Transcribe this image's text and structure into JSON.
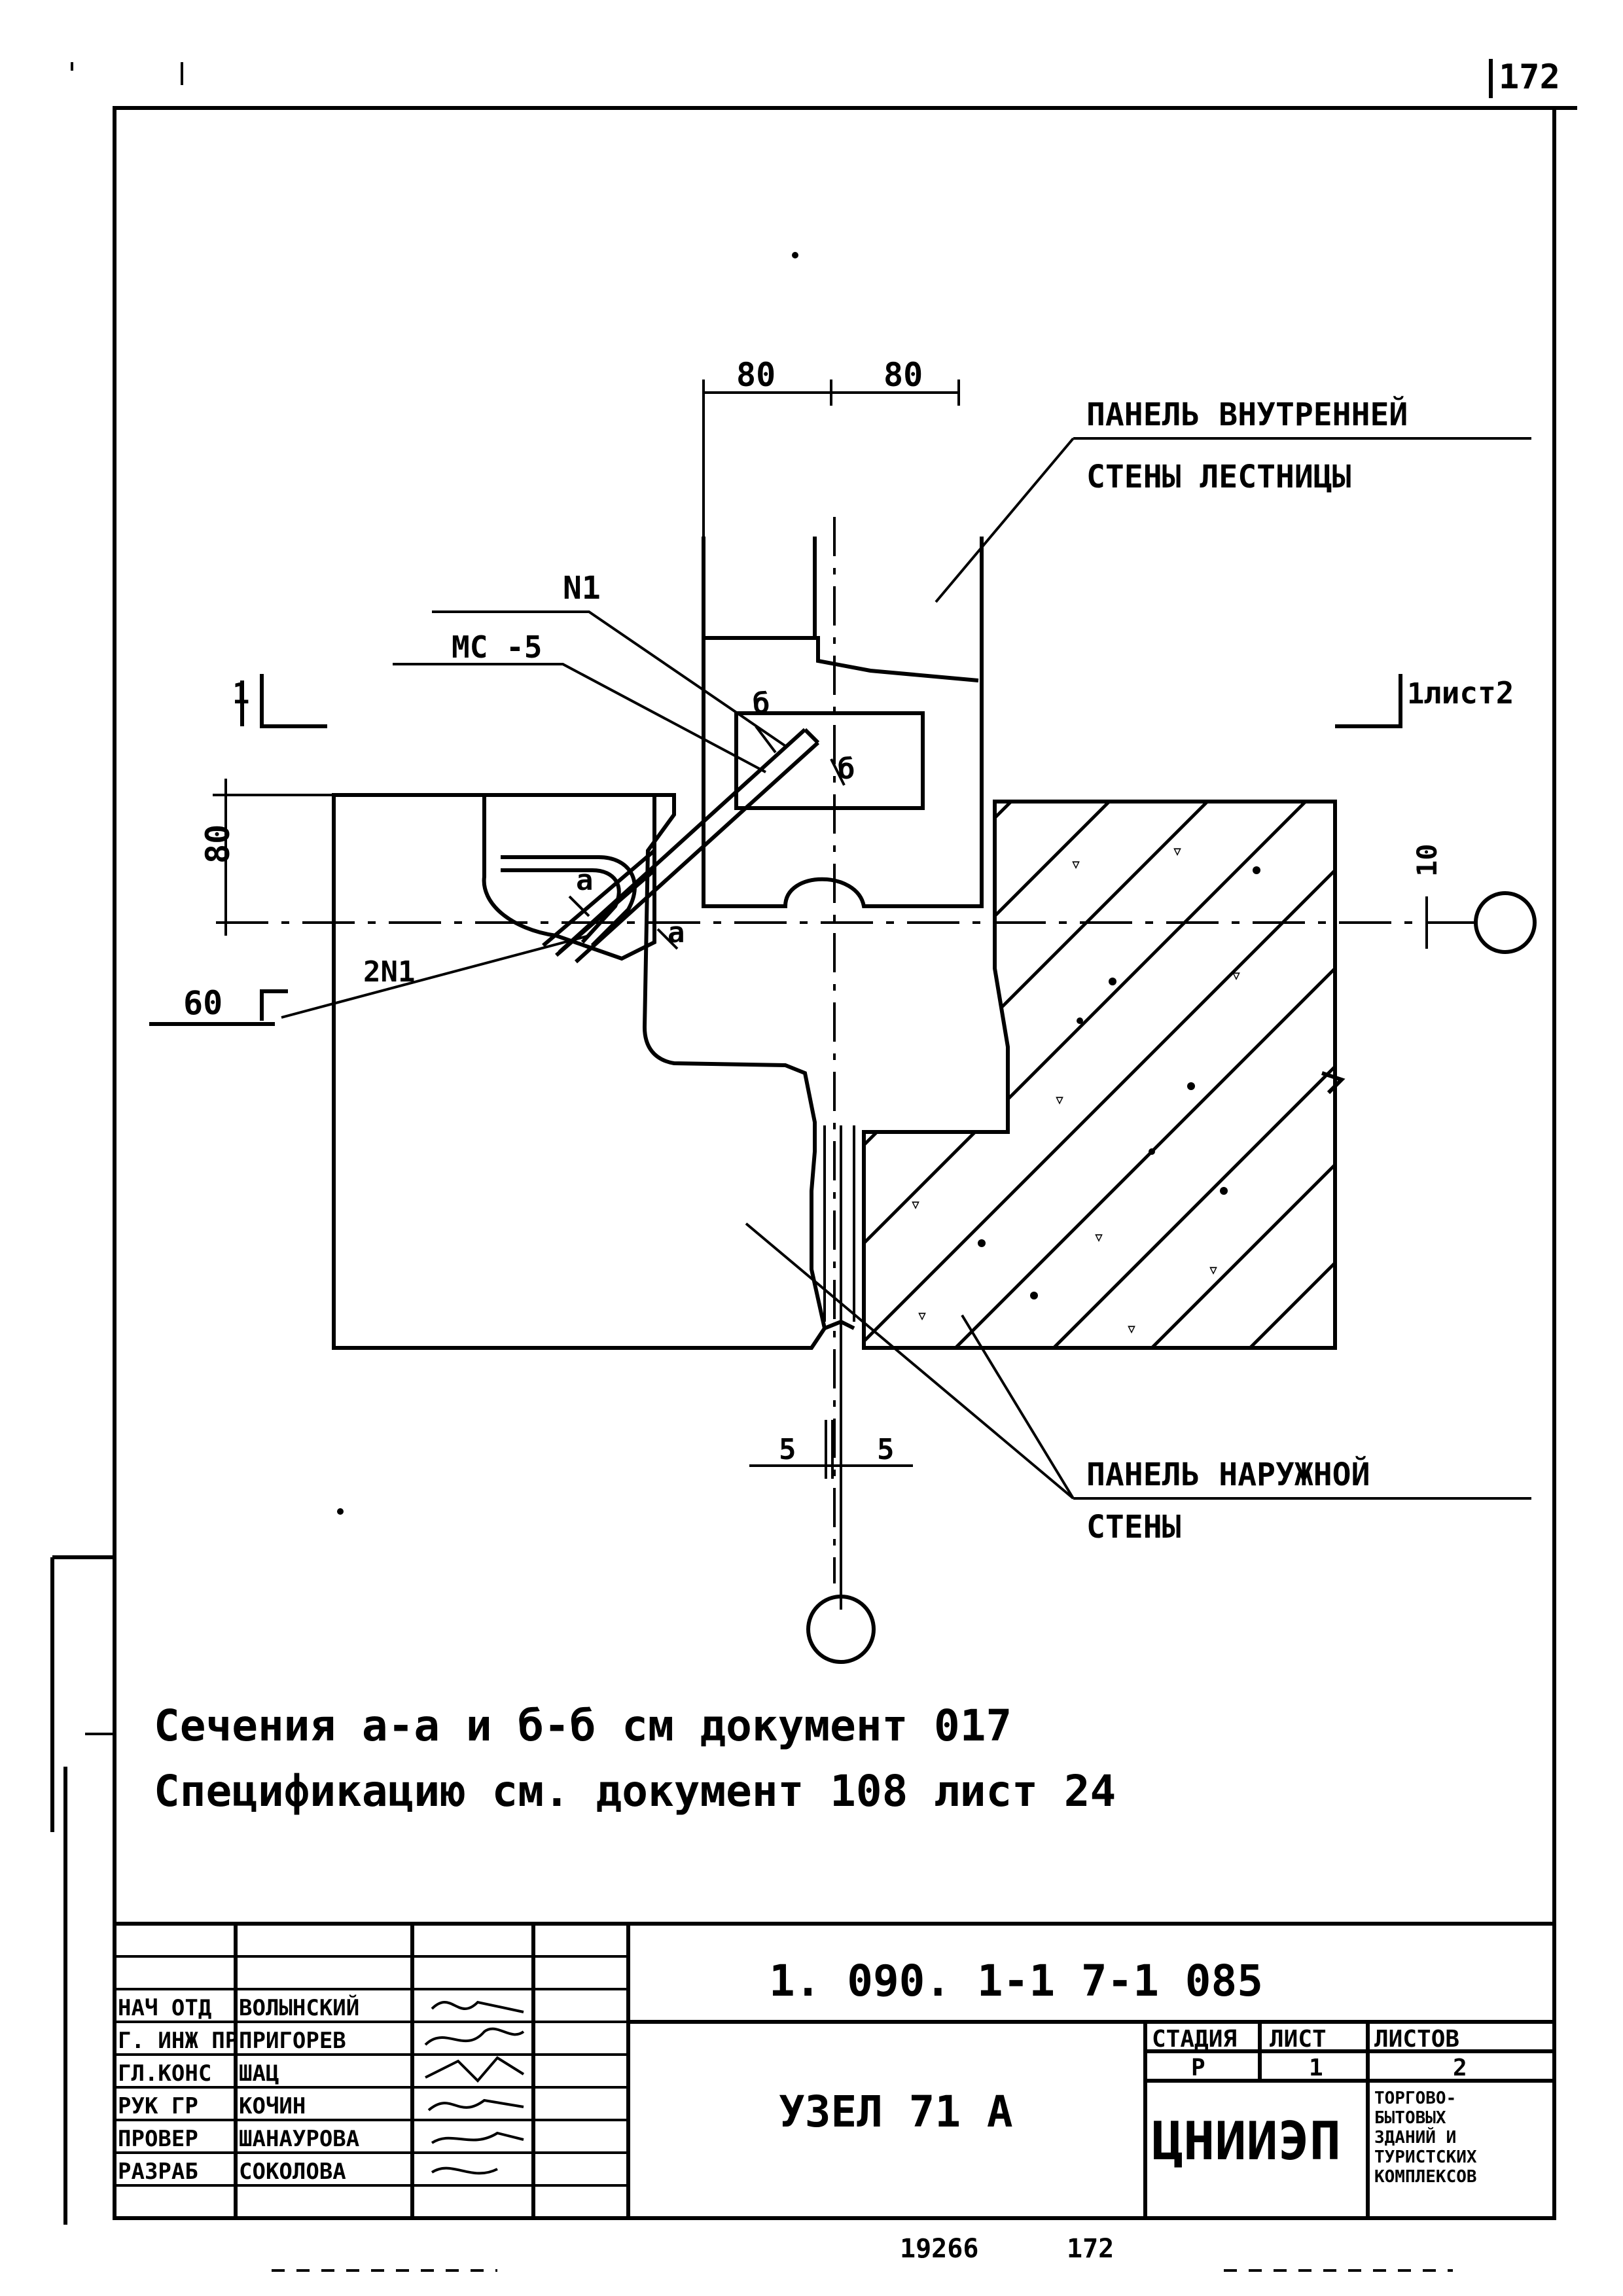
{
  "sheet_number": "172",
  "dimensions": {
    "top_left": "80",
    "top_right": "80",
    "left_vertical": "80",
    "ledge_width": "60",
    "gap": "10",
    "joint_left": "5",
    "joint_right": "5"
  },
  "labels": {
    "inner_panel_line1": "ПАНЕЛЬ ВНУТРЕННЕЙ",
    "inner_panel_line2": "СТЕНЫ ЛЕСТНИЦЫ",
    "outer_panel_line1": "ПАНЕЛЬ НАРУЖНОЙ",
    "outer_panel_line2": "СТЕНЫ",
    "n1": "N1",
    "ms5": "МС -5",
    "two_n1": "2N1",
    "section_left": "1",
    "section_right": "1",
    "section_right_ref": "лист2",
    "sec_a_1": "а",
    "sec_a_2": "а",
    "sec_b_1": "б",
    "sec_b_2": "б"
  },
  "notes": {
    "line1": "Сечения а-а и б-б см документ 017",
    "line2": "Спецификацию см. документ 108 лист 24"
  },
  "title_block": {
    "document_code": "1. 090. 1-1  7-1  085",
    "title": "УЗЕЛ 71 А",
    "stage_header": "СТАДИЯ",
    "sheet_header": "ЛИСТ",
    "sheets_header": "ЛИСТОВ",
    "stage_value": "Р",
    "sheet_value": "1",
    "sheets_value": "2",
    "org_name": "ЦНИИЭП",
    "org_desc_1": "ТОРГОВО-",
    "org_desc_2": "БЫТОВЫХ",
    "org_desc_3": "ЗДАНИЙ И",
    "org_desc_4": "ТУРИСТСКИХ",
    "org_desc_5": "КОМПЛЕКСОВ",
    "staff": [
      {
        "role": "НАЧ ОТД",
        "name": "ВОЛЫНСКИЙ"
      },
      {
        "role": "Г. ИНЖ ПР",
        "name": "ПРИГОРЕВ"
      },
      {
        "role": "ГЛ.КОНС",
        "name": "ШАЦ"
      },
      {
        "role": "РУК ГР",
        "name": "КОЧИН"
      },
      {
        "role": "ПРОВЕР",
        "name": "ШАНАУРОВА"
      },
      {
        "role": "РАЗРАБ",
        "name": "СОКОЛОВА"
      }
    ]
  },
  "bottom_marks": {
    "left": "19266",
    "right": "172"
  }
}
